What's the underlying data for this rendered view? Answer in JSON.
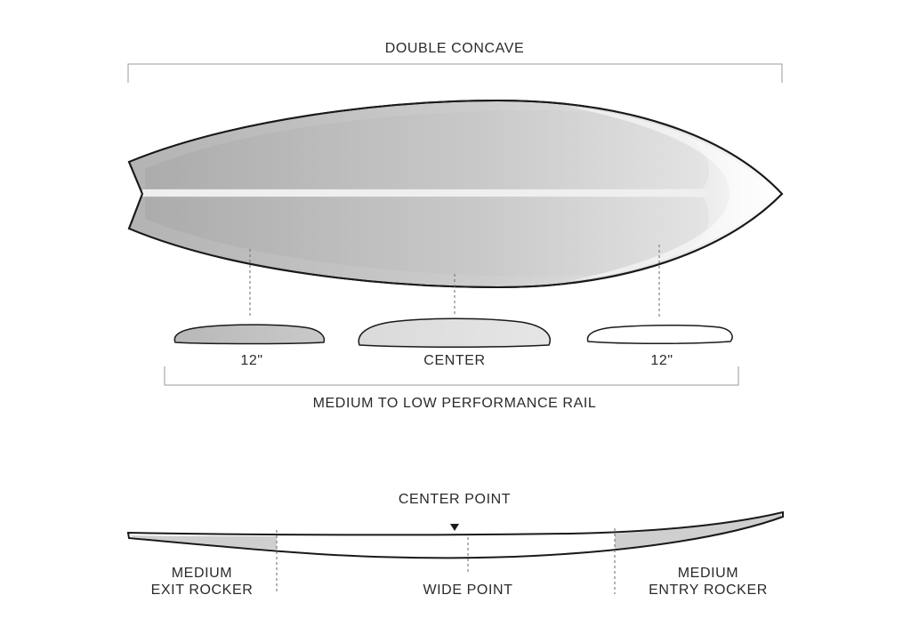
{
  "labels": {
    "double_concave": "DOUBLE CONCAVE",
    "rail_left": "12\"",
    "rail_center": "CENTER",
    "rail_right": "12\"",
    "rail_caption": "MEDIUM TO LOW PERFORMANCE RAIL",
    "center_point": "CENTER POINT",
    "exit_rocker_line1": "MEDIUM",
    "exit_rocker_line2": "EXIT ROCKER",
    "wide_point": "WIDE POINT",
    "entry_rocker_line1": "MEDIUM",
    "entry_rocker_line2": "ENTRY ROCKER"
  },
  "colors": {
    "outline": "#1a1a1a",
    "bottom_dark": "#b3b3b3",
    "bottom_light": "#f2f2f2",
    "rocker_fill": "#cfcfcf",
    "text": "#2a2a2a"
  }
}
